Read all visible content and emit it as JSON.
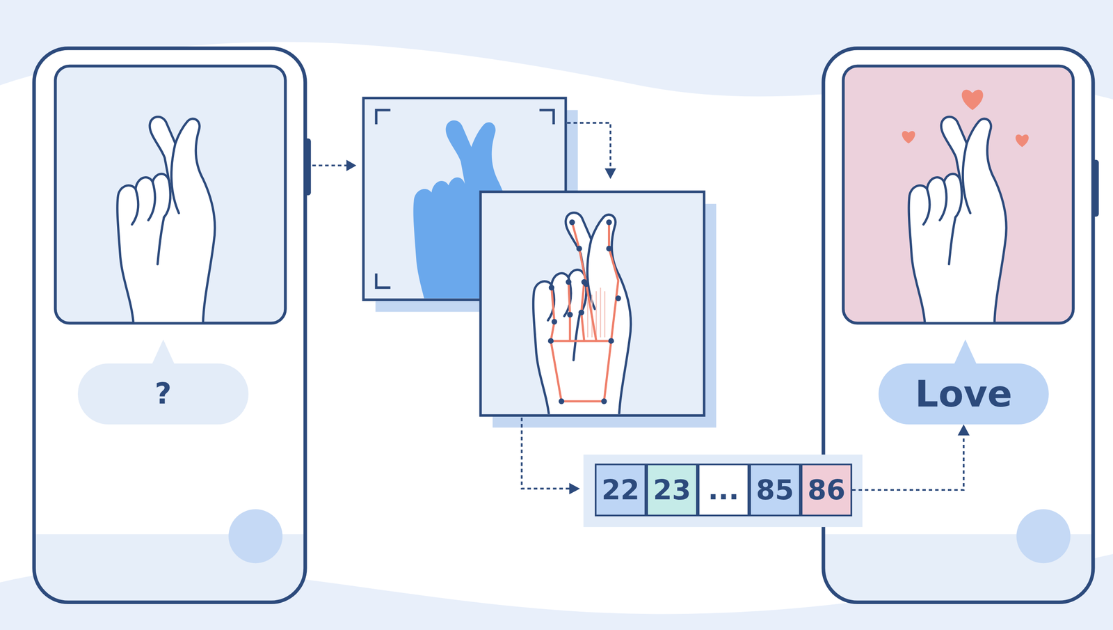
{
  "diagram": {
    "nodes": [
      {
        "text": [
          "?"
        ]
      },
      {
        "text": [
          "22"
        ]
      },
      {
        "text": [
          "23"
        ]
      },
      {
        "text": [
          "..."
        ]
      },
      {
        "text": [
          "85"
        ]
      },
      {
        "text": [
          "86"
        ]
      },
      {
        "text": [
          "Love"
        ]
      }
    ],
    "edges": [
      {
        "from": 5,
        "to": 6,
        "arrow": "to"
      }
    ]
  }
}
